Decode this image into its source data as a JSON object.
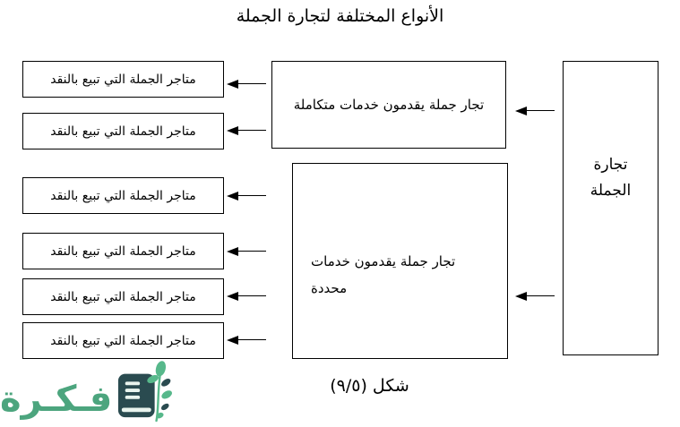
{
  "title": "الأنواع المختلفة لتجارة الجملة",
  "diagram": {
    "root_box": {
      "lines": [
        "تجارة",
        "الجملة"
      ]
    },
    "integrated_box": {
      "label": "تجار جملة يقدمون خدمات متكاملة"
    },
    "specific_box": {
      "lines": [
        "تجار جملة يقدمون خدمات",
        "محددة"
      ]
    },
    "cash_boxes": [
      "متاجر الجملة التي تبيع بالنقد",
      "متاجر الجملة التي تبيع بالنقد",
      "متاجر الجملة التي تبيع بالنقد",
      "متاجر الجملة التي تبيع بالنقد",
      "متاجر الجملة التي تبيع بالنقد",
      "متاجر الجملة التي تبيع بالنقد"
    ]
  },
  "caption": "شكل (٩/٥)",
  "logo": {
    "text": "فـكـرة"
  },
  "colors": {
    "background": "#ffffff",
    "text": "#000000",
    "box_border": "#000000",
    "logo_green": "#4ca57e",
    "logo_dark_teal": "#2a4b50",
    "leaf_green": "#57b88b"
  }
}
